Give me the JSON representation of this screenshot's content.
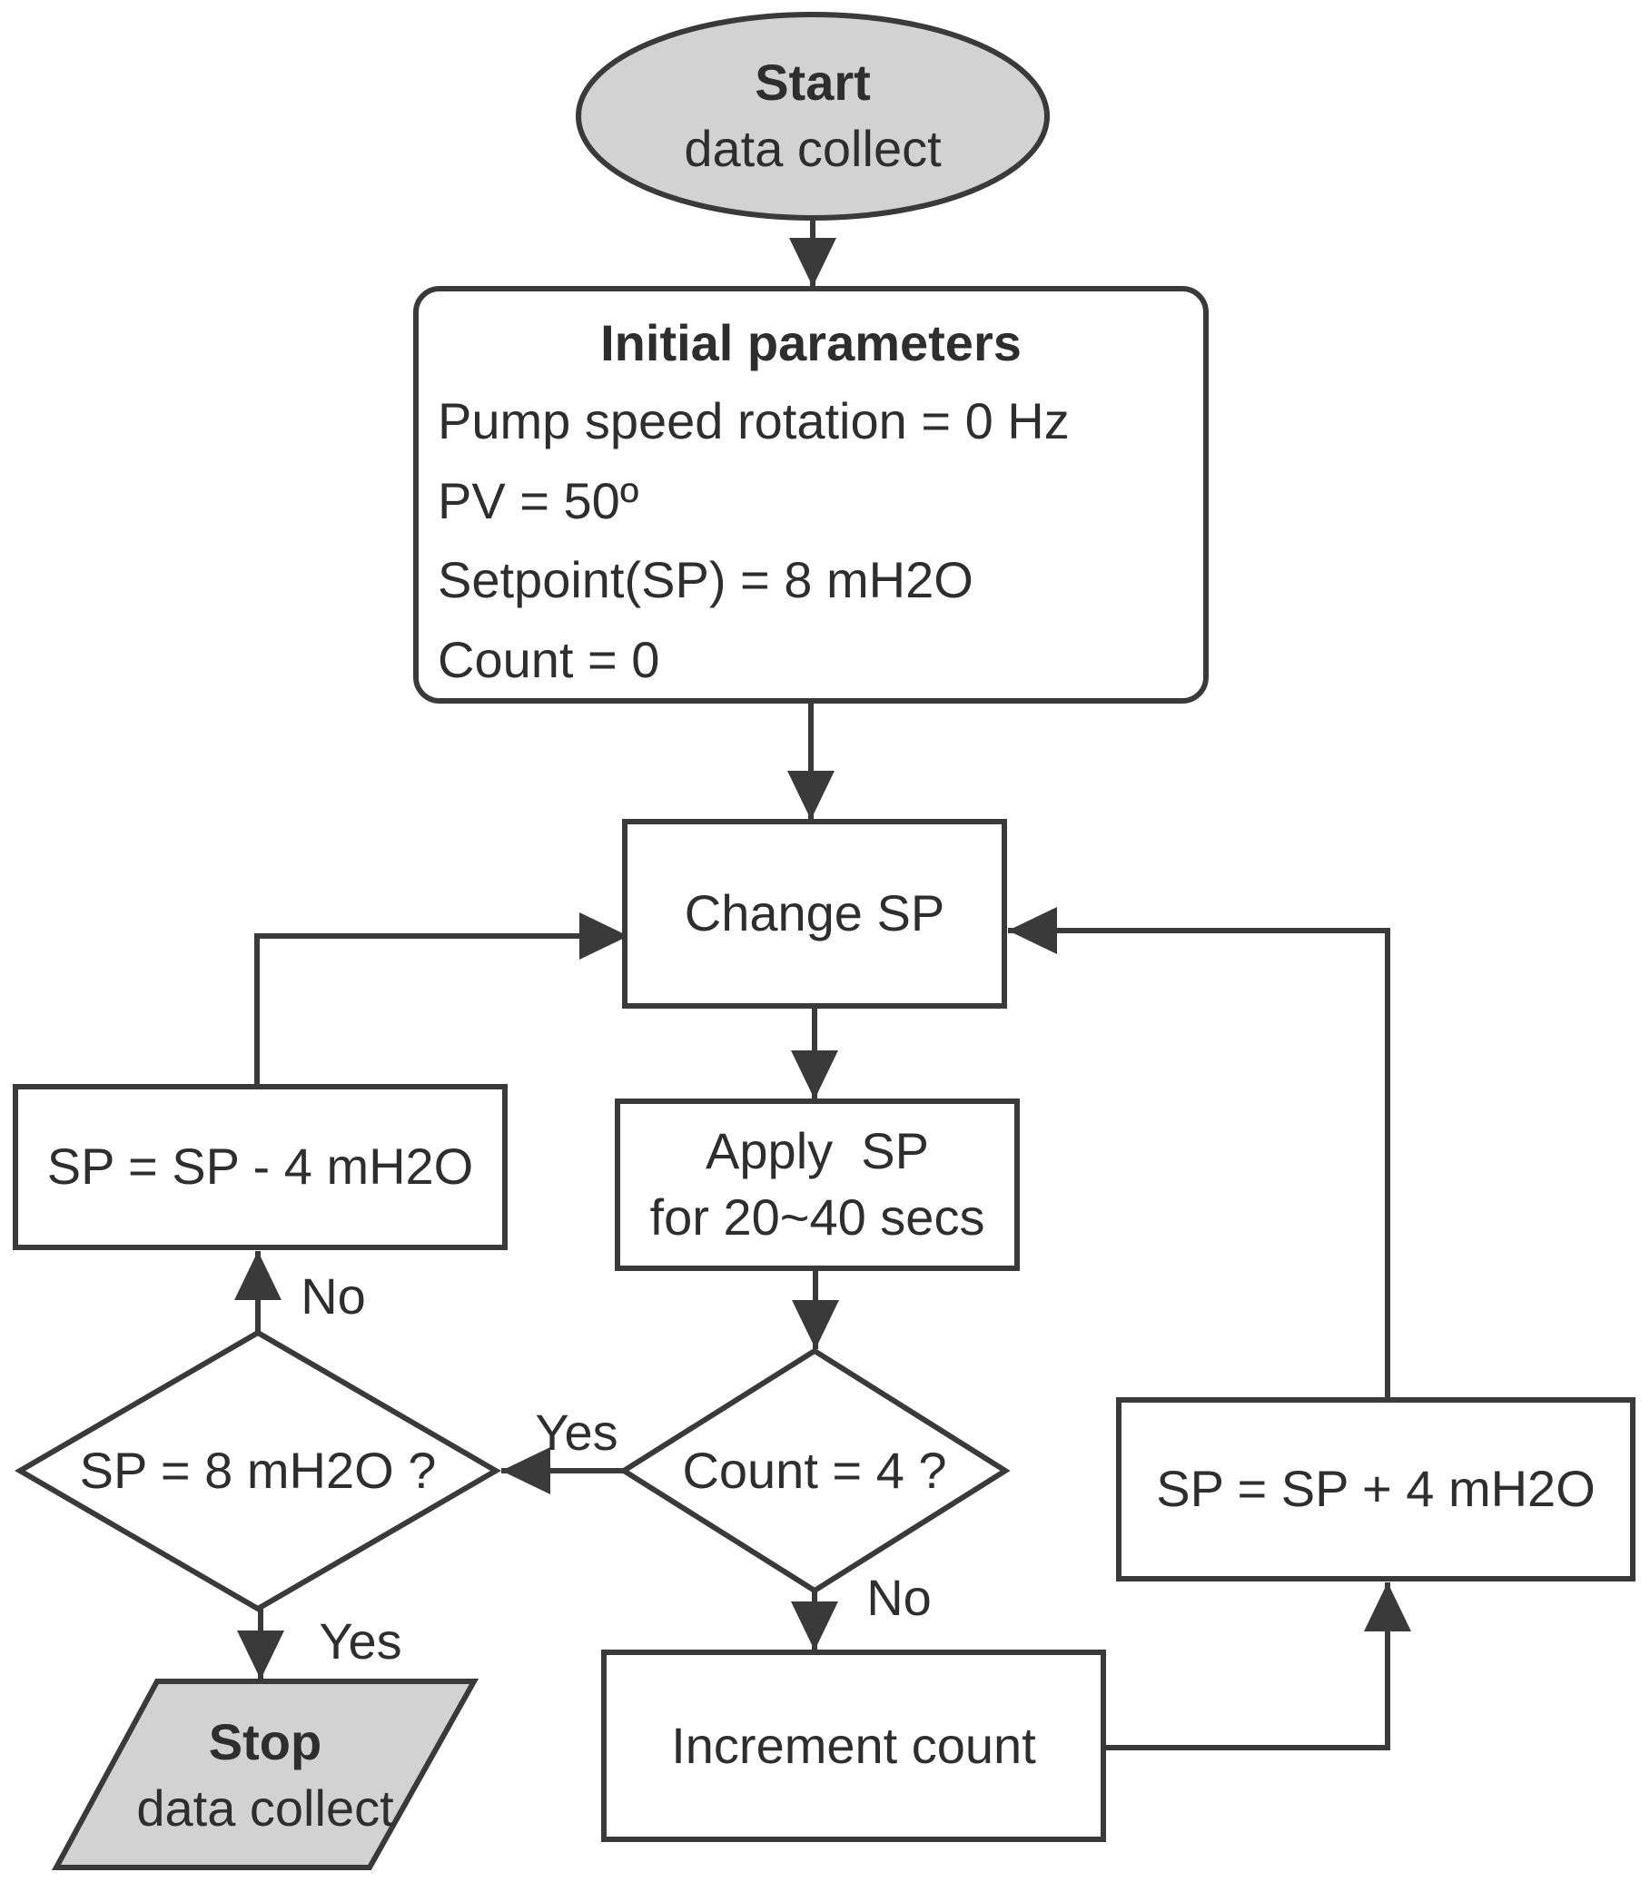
{
  "flowchart": {
    "colors": {
      "background": "#ffffff",
      "shape_border": "#3a3a3a",
      "terminator_fill": "#d2d2d2",
      "process_fill": "#ffffff",
      "text": "#2e2e2e"
    },
    "nodes": {
      "start": {
        "type": "terminator",
        "title": "Start",
        "subtitle": "data collect"
      },
      "initial_parameters": {
        "type": "process",
        "title": "Initial parameters",
        "lines": [
          "Pump speed rotation = 0 Hz",
          "PV = 50º",
          "Setpoint(SP) = 8 mH2O",
          "Count = 0"
        ]
      },
      "change_sp": {
        "type": "process",
        "label": "Change SP"
      },
      "apply_sp": {
        "type": "process",
        "lines": [
          "Apply  SP",
          "for 20~40 secs"
        ]
      },
      "count_check": {
        "type": "decision",
        "label": "Count = 4 ?"
      },
      "sp_check": {
        "type": "decision",
        "label": "SP = 8 mH2O ?"
      },
      "sp_decrease": {
        "type": "process",
        "label": "SP = SP - 4 mH2O"
      },
      "sp_increase": {
        "type": "process",
        "label": "SP = SP + 4 mH2O"
      },
      "increment_count": {
        "type": "process",
        "label": "Increment count"
      },
      "stop": {
        "type": "terminator",
        "title": "Stop",
        "subtitle": "data collect"
      }
    },
    "edge_labels": {
      "count_yes": "Yes",
      "count_no": "No",
      "sp_no": "No",
      "sp_yes": "Yes"
    }
  }
}
